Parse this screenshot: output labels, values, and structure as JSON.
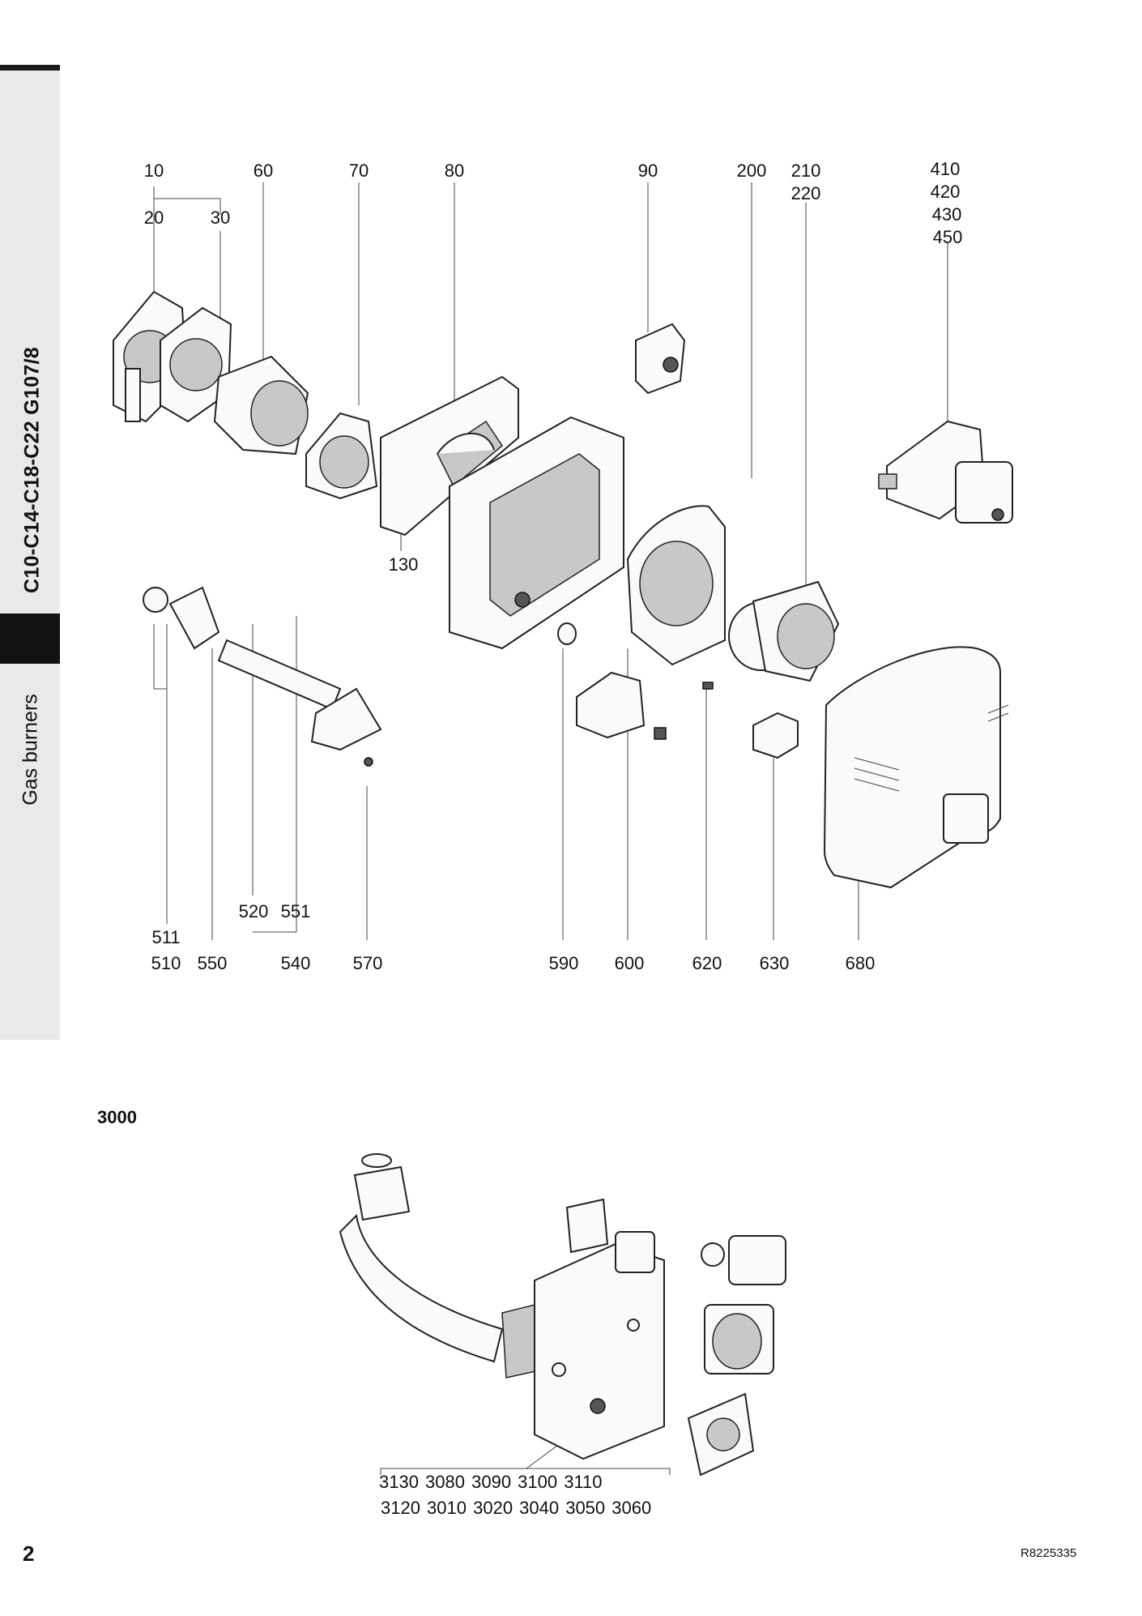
{
  "sidebar": {
    "model": "C10-C14-C18-C22 G107/8",
    "section": "Gas burners"
  },
  "callouts_top": [
    "10",
    "20",
    "30",
    "60",
    "70",
    "80",
    "90",
    "200",
    "210",
    "220",
    "410",
    "420",
    "430",
    "450",
    "130"
  ],
  "callouts_bottom": [
    "511",
    "510",
    "550",
    "520",
    "551",
    "540",
    "570",
    "590",
    "600",
    "620",
    "630",
    "680"
  ],
  "assembly": {
    "label": "3000",
    "row1": "3130 3080 3090 3100 3110",
    "row2": "3120 3010 3020 3040 3050 3060"
  },
  "page_number": "2",
  "doc_ref": "R8225335"
}
